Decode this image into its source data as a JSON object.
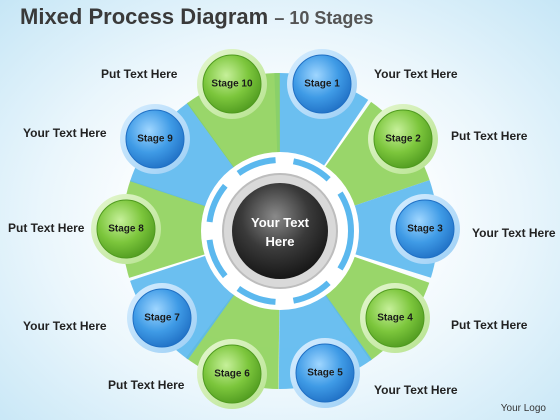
{
  "title": {
    "main": "Mixed Process Diagram",
    "sub": "– 10 Stages"
  },
  "center": {
    "line1": "Your Text",
    "line2": "Here"
  },
  "stages": [
    {
      "label": "Stage 1",
      "color": "blue"
    },
    {
      "label": "Stage 2",
      "color": "green"
    },
    {
      "label": "Stage 3",
      "color": "blue"
    },
    {
      "label": "Stage 4",
      "color": "green"
    },
    {
      "label": "Stage 5",
      "color": "blue"
    },
    {
      "label": "Stage 6",
      "color": "green"
    },
    {
      "label": "Stage 7",
      "color": "blue"
    },
    {
      "label": "Stage 8",
      "color": "green"
    },
    {
      "label": "Stage 9",
      "color": "blue"
    },
    {
      "label": "Stage 10",
      "color": "green"
    }
  ],
  "side_texts": [
    "Your Text Here",
    "Put Text Here",
    "Your Text Here",
    "Put Text Here",
    "Your Text Here",
    "Put Text Here",
    "Your Text Here",
    "Put Text Here",
    "Your Text Here",
    "Put Text Here"
  ],
  "logo": "Your Logo",
  "colors": {
    "blue": "#3f9be6",
    "green": "#7cc63c",
    "blue_wedge": "#5bb8ee",
    "green_wedge": "#8ed25a",
    "center": "#3a3a3a"
  }
}
